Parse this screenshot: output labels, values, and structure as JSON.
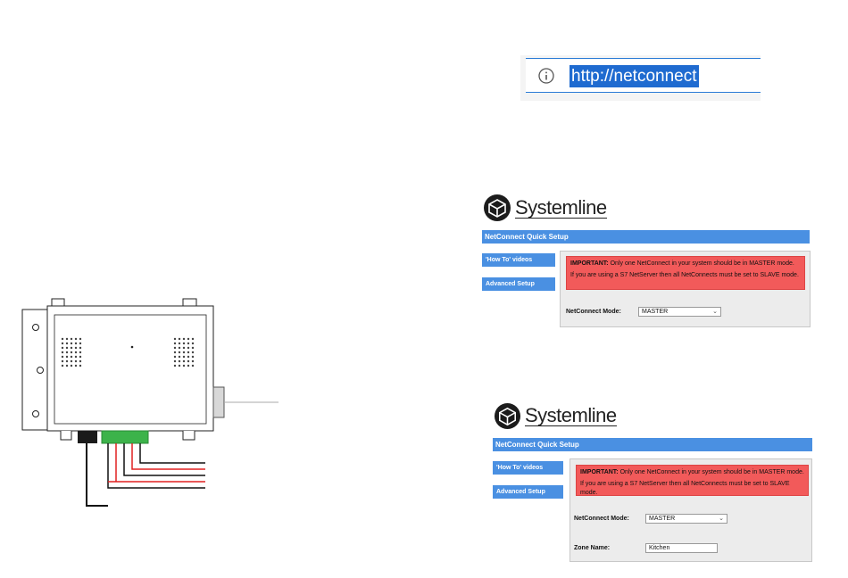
{
  "url_bar": {
    "url": "http://netconnect"
  },
  "brand": {
    "name": "Systemline"
  },
  "panel1": {
    "title": "NetConnect Quick Setup",
    "nav": [
      "'How To' videos",
      "Advanced Setup"
    ],
    "alert_strong": "IMPORTANT:",
    "alert_line1": " Only one NetConnect in your system should be in MASTER mode.",
    "alert_line2": "If you are using a S7 NetServer then all NetConnects must be set to SLAVE mode.",
    "mode_label": "NetConnect Mode:",
    "mode_value": "MASTER"
  },
  "panel2": {
    "title": "NetConnect Quick Setup",
    "nav": [
      "'How To' videos",
      "Advanced Setup"
    ],
    "alert_strong": "IMPORTANT:",
    "alert_line1": " Only one NetConnect in your system should be in MASTER mode.",
    "alert_line2": "If you are using a S7 NetServer then all NetConnects must be set to SLAVE mode.",
    "mode_label": "NetConnect Mode:",
    "mode_value": "MASTER",
    "zone_label": "Zone Name:",
    "zone_value": "Kitchen"
  },
  "colors": {
    "accent": "#4a90e2",
    "alert": "#f25a5a",
    "url_highlight": "#1f6bd0",
    "terminal_green": "#3cb34a",
    "wire_red": "#e02020"
  }
}
